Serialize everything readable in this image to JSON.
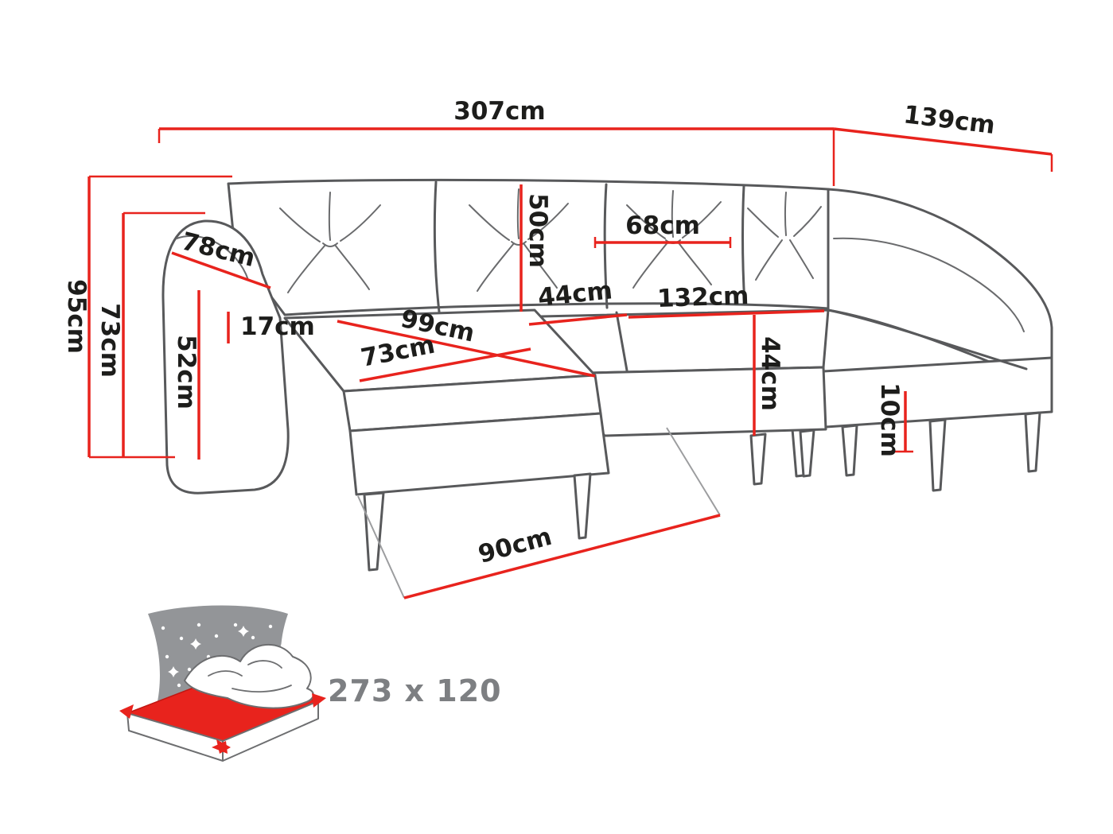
{
  "diagram": {
    "kind": "sofa-dimension-diagram",
    "accent_color": "#e8231d",
    "outline_color": "#58595b",
    "dimensions": {
      "total_width": "307cm",
      "side_section_depth": "139cm",
      "total_height": "95cm",
      "height_without_cushions": "73cm",
      "armrest_depth": "78cm",
      "armrest_height": "52cm",
      "armrest_width": "17cm",
      "back_cushion_height": "50cm",
      "back_cushion_width": "68cm",
      "seat_depth": "44cm",
      "middle_seat_width": "132cm",
      "chaise_length": "99cm",
      "chaise_width": "73cm",
      "seat_height": "44cm",
      "leg_height": "10cm",
      "chaise_front_width": "90cm"
    },
    "sleeping_area": {
      "icon": "sleeping-function-icon",
      "label": "273 x 120"
    }
  }
}
